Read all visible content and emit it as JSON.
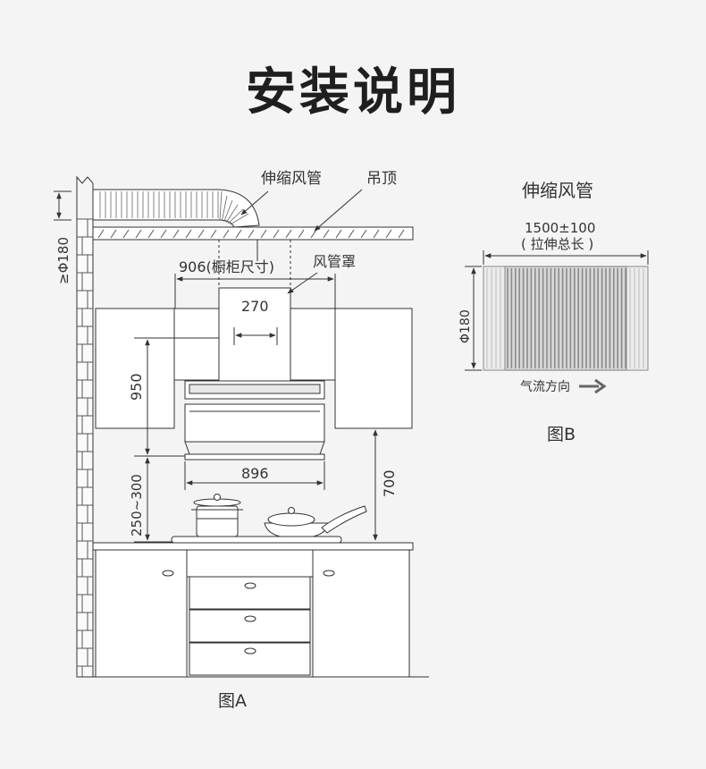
{
  "page": {
    "title": "安装说明"
  },
  "figure_a": {
    "caption": "图A",
    "label_flex_duct": "伸缩风管",
    "label_ceiling": "吊顶",
    "label_hood_cover": "风管罩",
    "dim_wall_clearance": "≥Φ180",
    "dim_cabinet_width": "906(橱柜尺寸)",
    "dim_cover_width": "270",
    "dim_hood_height": "950",
    "dim_hood_width": "896",
    "dim_hood_to_stove": "250~300",
    "dim_counter_height": "700"
  },
  "figure_b": {
    "caption": "图B",
    "title": "伸缩风管",
    "length_value": "1500±100",
    "length_note": "( 拉伸总长 )",
    "diameter": "Φ180",
    "airflow_label": "气流方向"
  }
}
